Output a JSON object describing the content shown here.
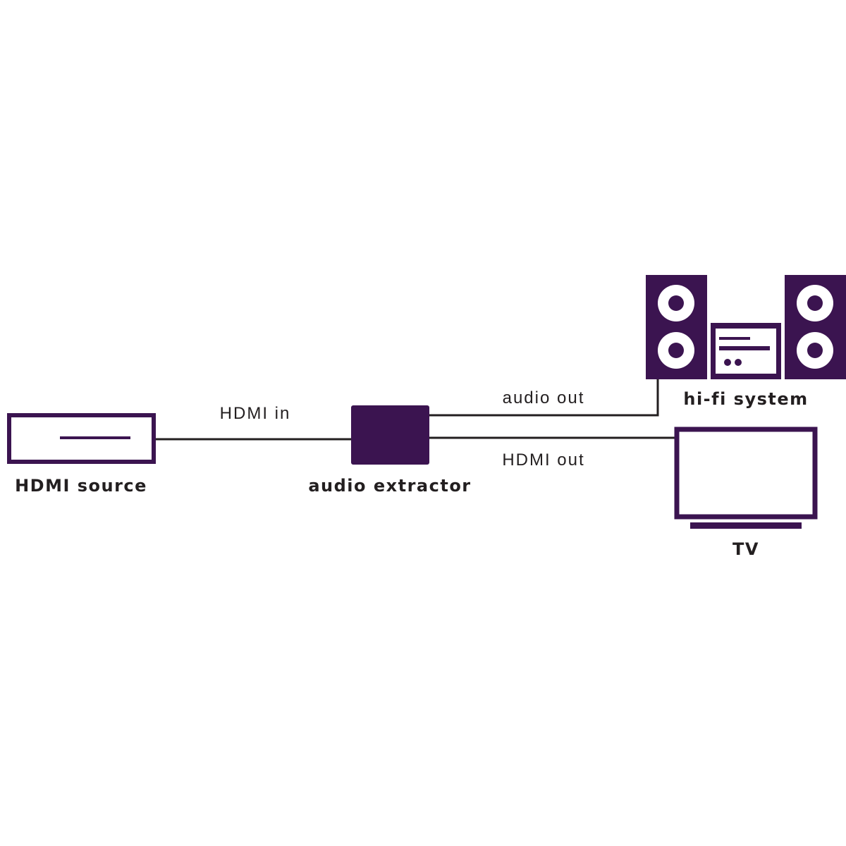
{
  "colors": {
    "device": "#3b1450",
    "cable": "#231f20",
    "background": "#ffffff",
    "text": "#231f20"
  },
  "devices": {
    "hdmi_source": {
      "label": "HDMI source",
      "icon": "set-top-box-icon"
    },
    "audio_extractor": {
      "label": "audio extractor",
      "icon": "extractor-box-icon"
    },
    "hifi": {
      "label": "hi-fi system",
      "icon": "stereo-system-icon"
    },
    "tv": {
      "label": "TV",
      "icon": "tv-icon"
    }
  },
  "connections": {
    "hdmi_in": {
      "label": "HDMI in"
    },
    "audio_out": {
      "label": "audio out"
    },
    "hdmi_out": {
      "label": "HDMI out"
    }
  }
}
